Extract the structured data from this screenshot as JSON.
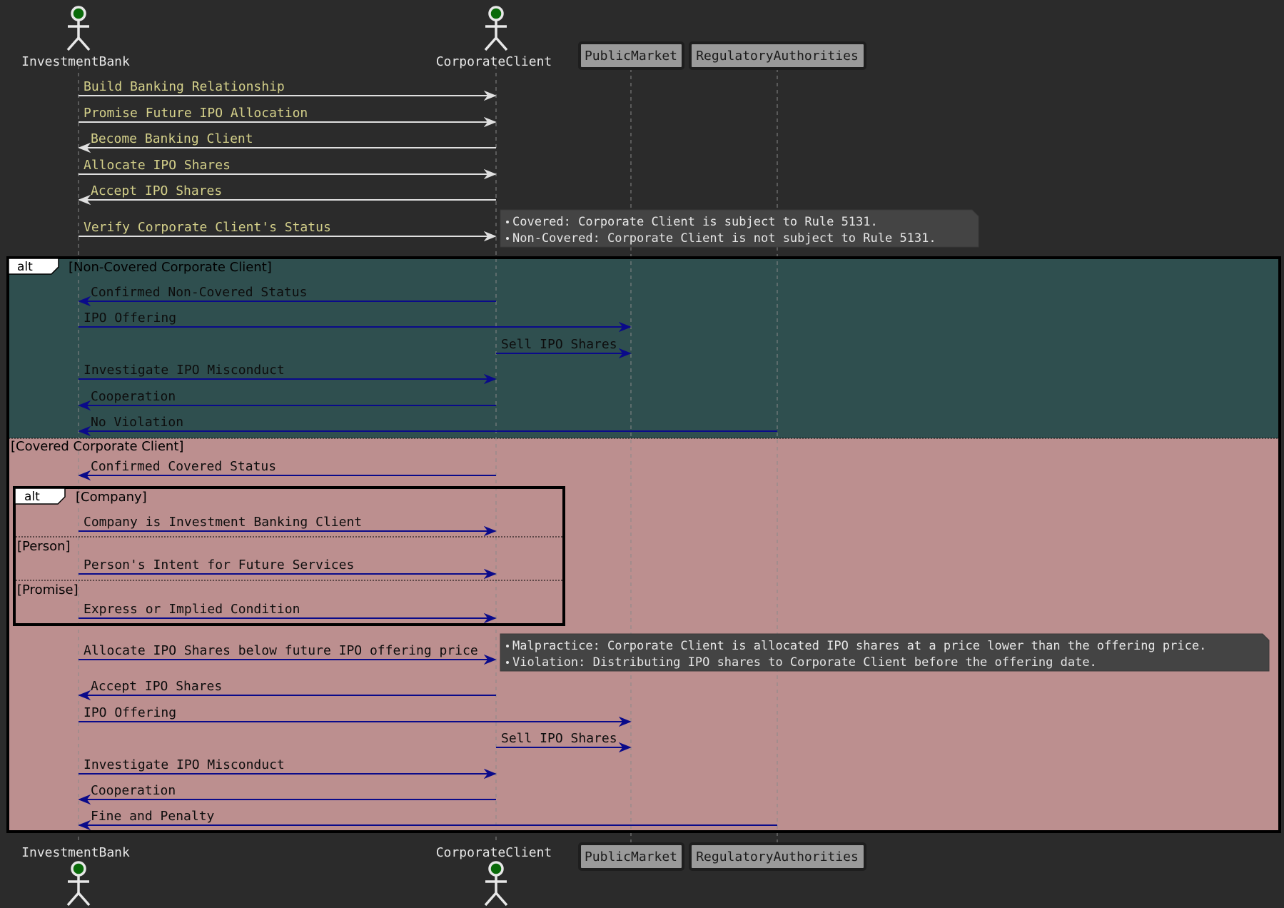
{
  "participants": [
    {
      "id": "ib",
      "label": "InvestmentBank",
      "kind": "actor"
    },
    {
      "id": "cc",
      "label": "CorporateClient",
      "kind": "actor"
    },
    {
      "id": "pm",
      "label": "PublicMarket",
      "kind": "box"
    },
    {
      "id": "ra",
      "label": "RegulatoryAuthorities",
      "kind": "box"
    }
  ],
  "messages": [
    {
      "from": "ib",
      "to": "cc",
      "label": "Build Banking Relationship"
    },
    {
      "from": "ib",
      "to": "cc",
      "label": "Promise Future IPO Allocation"
    },
    {
      "from": "cc",
      "to": "ib",
      "label": "Become Banking Client"
    },
    {
      "from": "ib",
      "to": "cc",
      "label": "Allocate IPO Shares"
    },
    {
      "from": "cc",
      "to": "ib",
      "label": "Accept IPO Shares"
    },
    {
      "from": "ib",
      "to": "cc",
      "label": "Verify Corporate Client's Status"
    },
    {
      "from": "cc",
      "to": "ib",
      "label": "Confirmed Non-Covered Status"
    },
    {
      "from": "ib",
      "to": "pm",
      "label": "IPO Offering"
    },
    {
      "from": "cc",
      "to": "pm",
      "label": "Sell IPO Shares"
    },
    {
      "from": "ib",
      "to": "cc",
      "label": "Investigate IPO Misconduct"
    },
    {
      "from": "cc",
      "to": "ib",
      "label": "Cooperation"
    },
    {
      "from": "ra",
      "to": "ib",
      "label": "No Violation"
    },
    {
      "from": "cc",
      "to": "ib",
      "label": "Confirmed Covered Status"
    },
    {
      "from": "ib",
      "to": "cc",
      "label": "Company is Investment Banking Client"
    },
    {
      "from": "ib",
      "to": "cc",
      "label": "Person's Intent for Future Services"
    },
    {
      "from": "ib",
      "to": "cc",
      "label": "Express or Implied Condition"
    },
    {
      "from": "ib",
      "to": "cc",
      "label": "Allocate IPO Shares below future IPO offering price"
    },
    {
      "from": "cc",
      "to": "ib",
      "label": "Accept IPO Shares"
    },
    {
      "from": "ib",
      "to": "pm",
      "label": "IPO Offering"
    },
    {
      "from": "cc",
      "to": "pm",
      "label": "Sell IPO Shares"
    },
    {
      "from": "ib",
      "to": "cc",
      "label": "Investigate IPO Misconduct"
    },
    {
      "from": "cc",
      "to": "ib",
      "label": "Cooperation"
    },
    {
      "from": "ra",
      "to": "ib",
      "label": "Fine and Penalty"
    }
  ],
  "notes": [
    {
      "lines": [
        "Covered: Corporate Client is subject to Rule 5131.",
        "Non-Covered: Corporate Client is not subject to Rule 5131."
      ]
    },
    {
      "lines": [
        "Malpractice: Corporate Client is allocated IPO shares at a price lower than the offering price.",
        "Violation: Distributing IPO shares to Corporate Client before the offering date."
      ]
    }
  ],
  "fragments": {
    "outer": {
      "keyword": "alt",
      "guards": [
        "[Non-Covered Corporate Client]",
        "[Covered Corporate Client]"
      ]
    },
    "inner": {
      "keyword": "alt",
      "guards": [
        "[Company]",
        "[Person]",
        "[Promise]"
      ]
    }
  },
  "colors": {
    "background": "#2b2b2b",
    "lifeline": "#8a8a8a",
    "arrow_light": "#e0e0e0",
    "label_light": "#d4d08a",
    "arrow_dark": "#0a0a8a",
    "non_covered_fill": "#2f4f4f",
    "covered_fill": "#bc8f8f",
    "note_fill": "#444444",
    "box_fill": "#9a9a9a",
    "actor_head": "#0a6a0a"
  }
}
